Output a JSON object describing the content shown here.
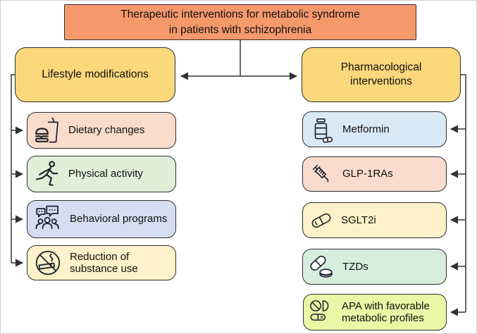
{
  "figure": {
    "title": "Therapeutic interventions for metabolic syndrome in patients with schizophrenia",
    "title_lines": [
      "Therapeutic interventions for metabolic syndrome",
      "in patients with schizophrenia"
    ]
  },
  "lifestyle": {
    "label": "Lifestyle modifications",
    "items": [
      {
        "label": "Dietary changes",
        "icon": "fast-food-icon",
        "bg": "#fadccb"
      },
      {
        "label": "Physical activity",
        "icon": "runner-icon",
        "bg": "#dfefd8"
      },
      {
        "label": "Behavioral programs",
        "icon": "speech-bubbles-group-icon",
        "bg": "#d5ddf0"
      },
      {
        "label": "Reduction of substance use",
        "icon": "no-smoking-icon",
        "bg": "#fdf2c9"
      }
    ]
  },
  "pharmacological": {
    "label": "Pharmacological interventions",
    "items": [
      {
        "label": "Metformin",
        "icon": "pill-bottle-icon",
        "bg": "#dae9f6"
      },
      {
        "label": "GLP-1RAs",
        "icon": "syringe-icon",
        "bg": "#fadcce"
      },
      {
        "label": "SGLT2i",
        "icon": "capsule-icon",
        "bg": "#fcf1c8"
      },
      {
        "label": "TZDs",
        "icon": "capsule-and-tablets-icon",
        "bg": "#d7eedc"
      },
      {
        "label": "APA with favorable metabolic profiles",
        "icon": "tablets-and-capsule-icon",
        "bg": "#e9f7a6"
      }
    ]
  },
  "colors": {
    "top_box": "#f5996c",
    "category_box": "#fbd87b",
    "box_border": "#2e2e2e",
    "connector": "#333333"
  }
}
